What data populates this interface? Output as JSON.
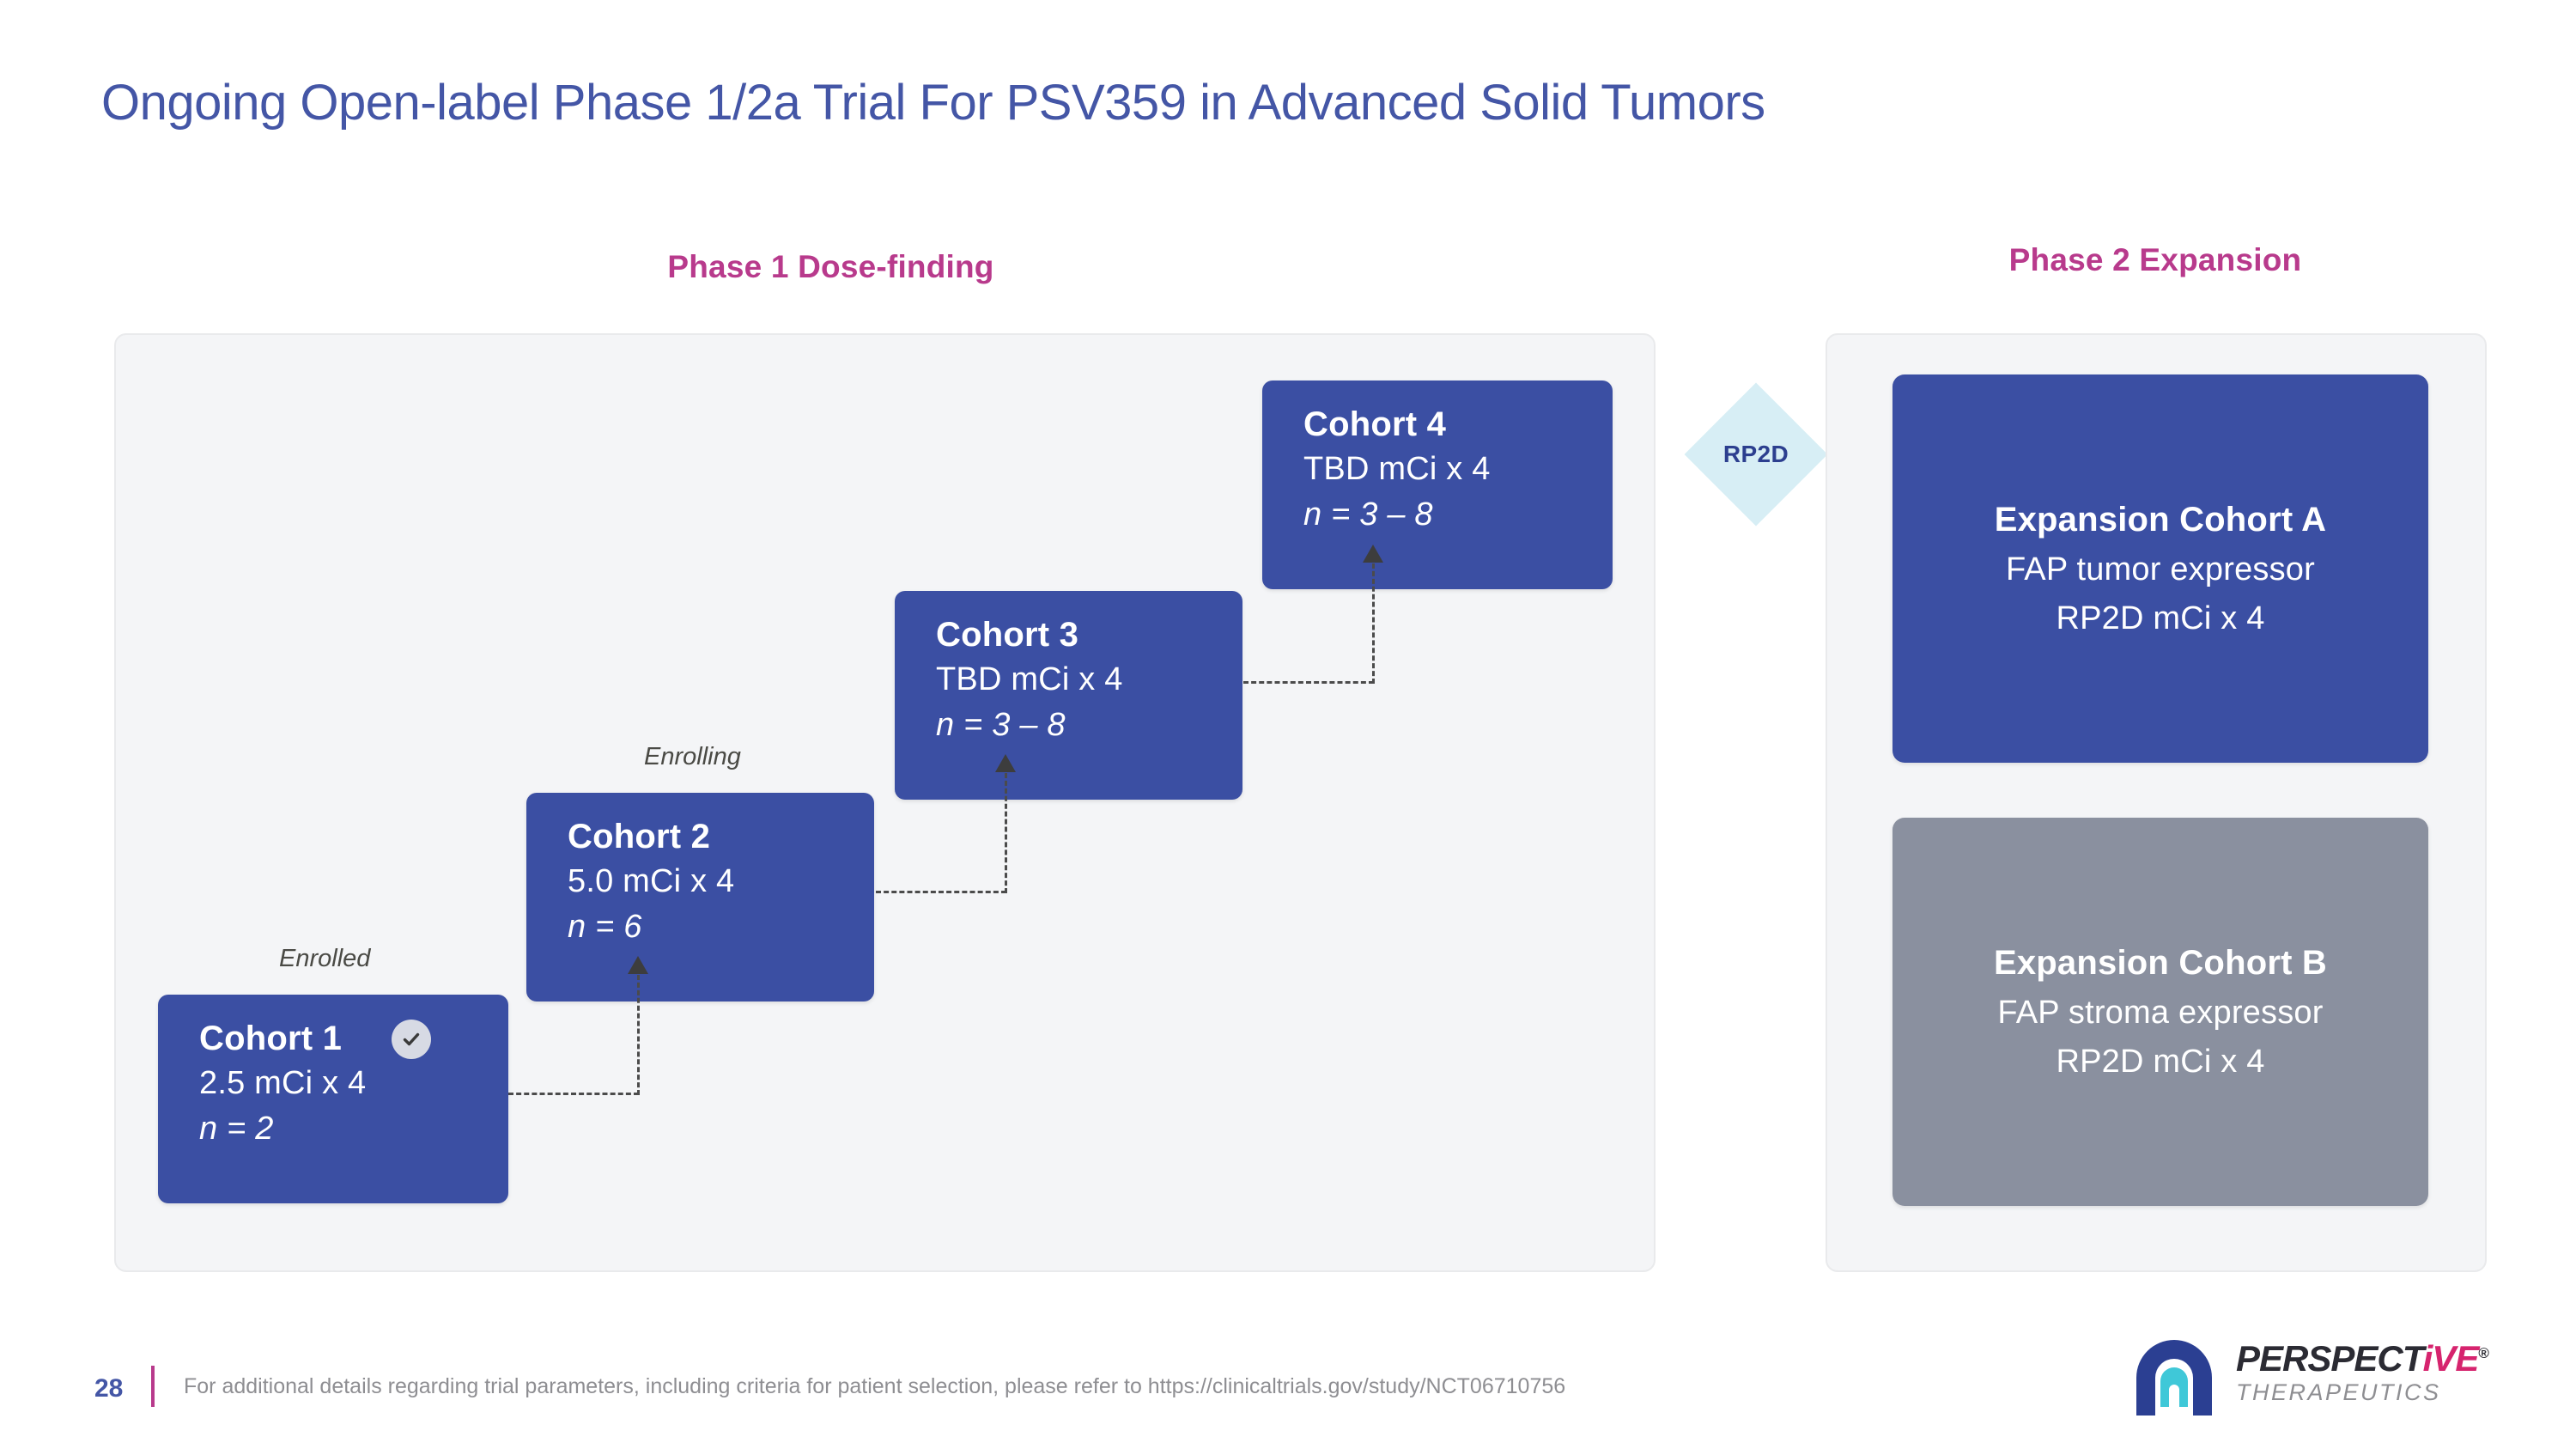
{
  "slide": {
    "title": "Ongoing Open-label Phase 1/2a Trial For PSV359 in Advanced Solid Tumors"
  },
  "phase1": {
    "heading": "Phase 1 Dose-finding",
    "captions": {
      "enrolled": "Enrolled",
      "enrolling": "Enrolling"
    },
    "cohorts": [
      {
        "title": "Cohort 1",
        "dose": "2.5 mCi x 4",
        "n": "n = 2",
        "status": "enrolled",
        "badge_icon": "check-circle-icon"
      },
      {
        "title": "Cohort 2",
        "dose": "5.0 mCi x 4",
        "n": "n = 6",
        "status": "enrolling",
        "badge_icon": ""
      },
      {
        "title": "Cohort 3",
        "dose": "TBD mCi x 4",
        "n": "n = 3 – 8",
        "status": "",
        "badge_icon": ""
      },
      {
        "title": "Cohort 4",
        "dose": "TBD mCi x 4",
        "n": "n = 3 – 8",
        "status": "",
        "badge_icon": ""
      }
    ]
  },
  "gate": {
    "label": "RP2D"
  },
  "phase2": {
    "heading": "Phase 2 Expansion",
    "cohorts": [
      {
        "title": "Expansion Cohort A",
        "line1": "FAP tumor expressor",
        "line2": "RP2D mCi x 4",
        "color": "#3b4fa3"
      },
      {
        "title": "Expansion Cohort B",
        "line1": "FAP stroma expressor",
        "line2": "RP2D mCi x 4",
        "color": "#8a909f"
      }
    ]
  },
  "footer": {
    "page_number": "28",
    "note": "For additional details regarding trial parameters, including criteria for patient selection, please refer to https://clinicaltrials.gov/study/NCT06710756"
  },
  "logo": {
    "name_prefix": "PERSPECT",
    "name_accent": "iVE",
    "registered": "®",
    "tagline": "THERAPEUTICS"
  },
  "colors": {
    "title_blue": "#4456a6",
    "heading_magenta": "#b83a8c",
    "cohort_blue": "#3b4fa3",
    "expansion_gray": "#8a909f",
    "panel_bg": "#f4f5f7",
    "gate_cyan": "#d7eef5"
  }
}
